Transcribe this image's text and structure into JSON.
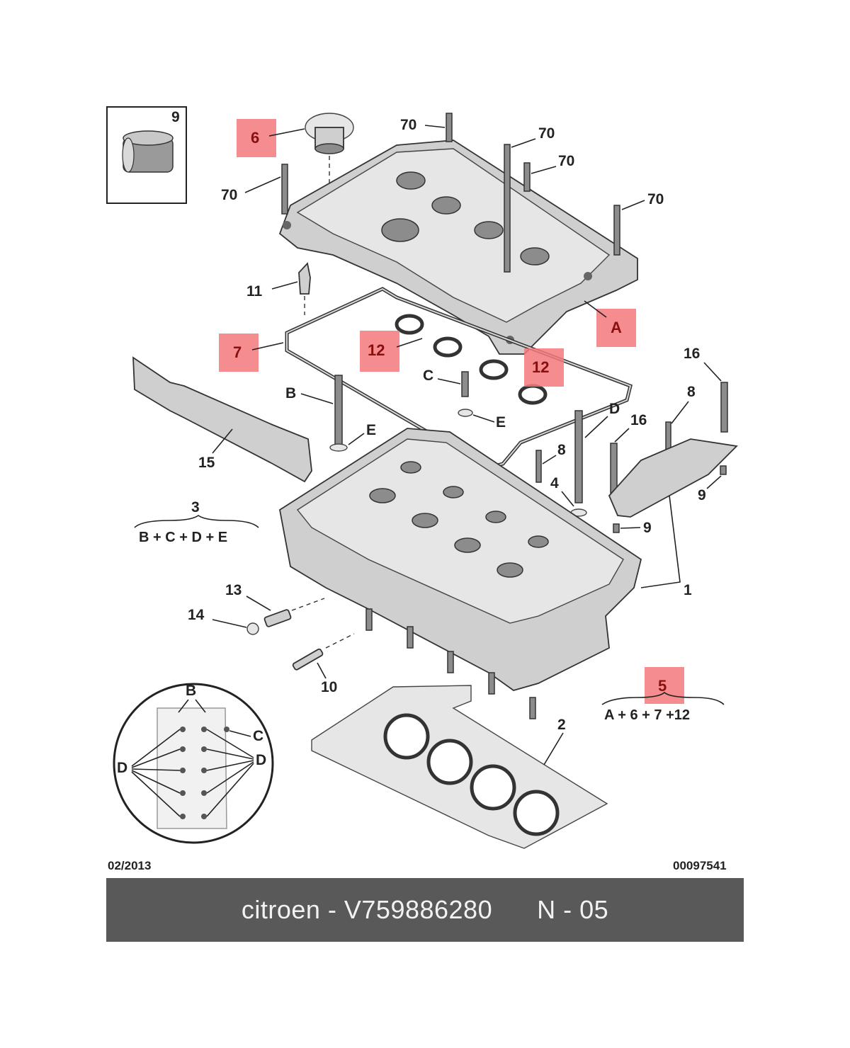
{
  "callouts": {
    "n9_box": "9",
    "n6": "6",
    "n70_a": "70",
    "n70_b": "70",
    "n70_c": "70",
    "n70_d": "70",
    "n70_e": "70",
    "n11": "11",
    "nA": "A",
    "n7": "7",
    "n12_a": "12",
    "n12_b": "12",
    "n16_a": "16",
    "n16_b": "16",
    "n8_a": "8",
    "n8_b": "8",
    "nB": "B",
    "nC": "C",
    "nE_a": "E",
    "nE_b": "E",
    "nD": "D",
    "n15": "15",
    "n3": "3",
    "n4": "4",
    "n9_a": "9",
    "n9_b": "9",
    "n1": "1",
    "n13": "13",
    "n14": "14",
    "n10": "10",
    "n5": "5",
    "n2": "2"
  },
  "formulas": {
    "kit3": "B + C + D + E",
    "kit5": "A + 6 + 7 +12"
  },
  "inset": {
    "label_b": "B",
    "label_c": "C",
    "label_d_left": "D",
    "label_d_right": "D"
  },
  "meta": {
    "date": "02/2013",
    "ref": "00097541"
  },
  "footer": {
    "text": "citroen - V759886280      N - 05"
  },
  "colors": {
    "highlight": "#f2787c",
    "footer_bg": "#595959",
    "footer_text": "#f2f2f2"
  }
}
